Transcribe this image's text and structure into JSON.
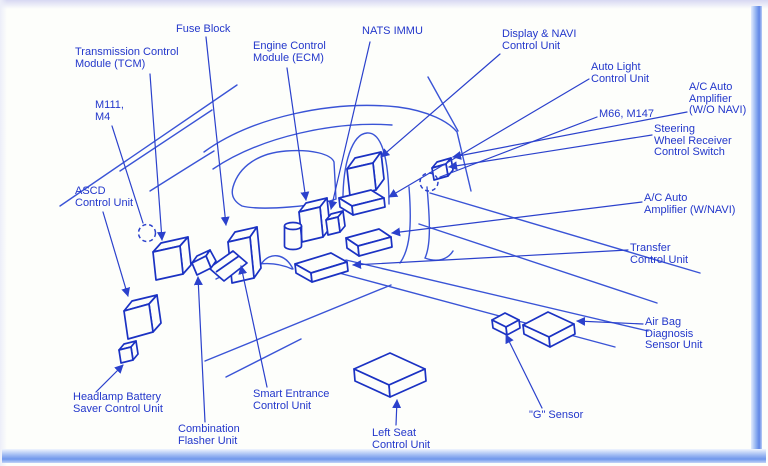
{
  "colors": {
    "line_blue": "#3a54d6",
    "box_blue": "#1b32c3",
    "leader_blue": "#2b41cc",
    "text_blue": "#2337cb",
    "background": "#fdfefb",
    "frame_blue": "#6f97ec"
  },
  "labels": {
    "fuse_block": "Fuse Block",
    "tcm": "Transmission Control\nModule (TCM)",
    "m111_m4": "M111,\nM4",
    "ascd": "ASCD\nControl Unit",
    "headlamp": "Headlamp Battery\nSaver Control Unit",
    "combination_flasher": "Combination\nFlasher Unit",
    "smart_entrance": "Smart Entrance\nControl Unit",
    "left_seat": "Left Seat\nControl Unit",
    "g_sensor": "\"G\" Sensor",
    "ecm": "Engine Control\nModule (ECM)",
    "nats_immu": "NATS IMMU",
    "display_navi": "Display & NAVI\nControl Unit",
    "auto_light": "Auto Light\nControl Unit",
    "ac_wo_navi": "A/C Auto\nAmplifier\n(W/O NAVI)",
    "m66_m147": "M66, M147",
    "steering_receiver": "Steering\nWheel Receiver\nControl Switch",
    "ac_w_navi": "A/C Auto\nAmplifier (W/NAVI)",
    "transfer": "Transfer\nControl Unit",
    "air_bag": "Air Bag\nDiagnosis\nSensor Unit"
  }
}
